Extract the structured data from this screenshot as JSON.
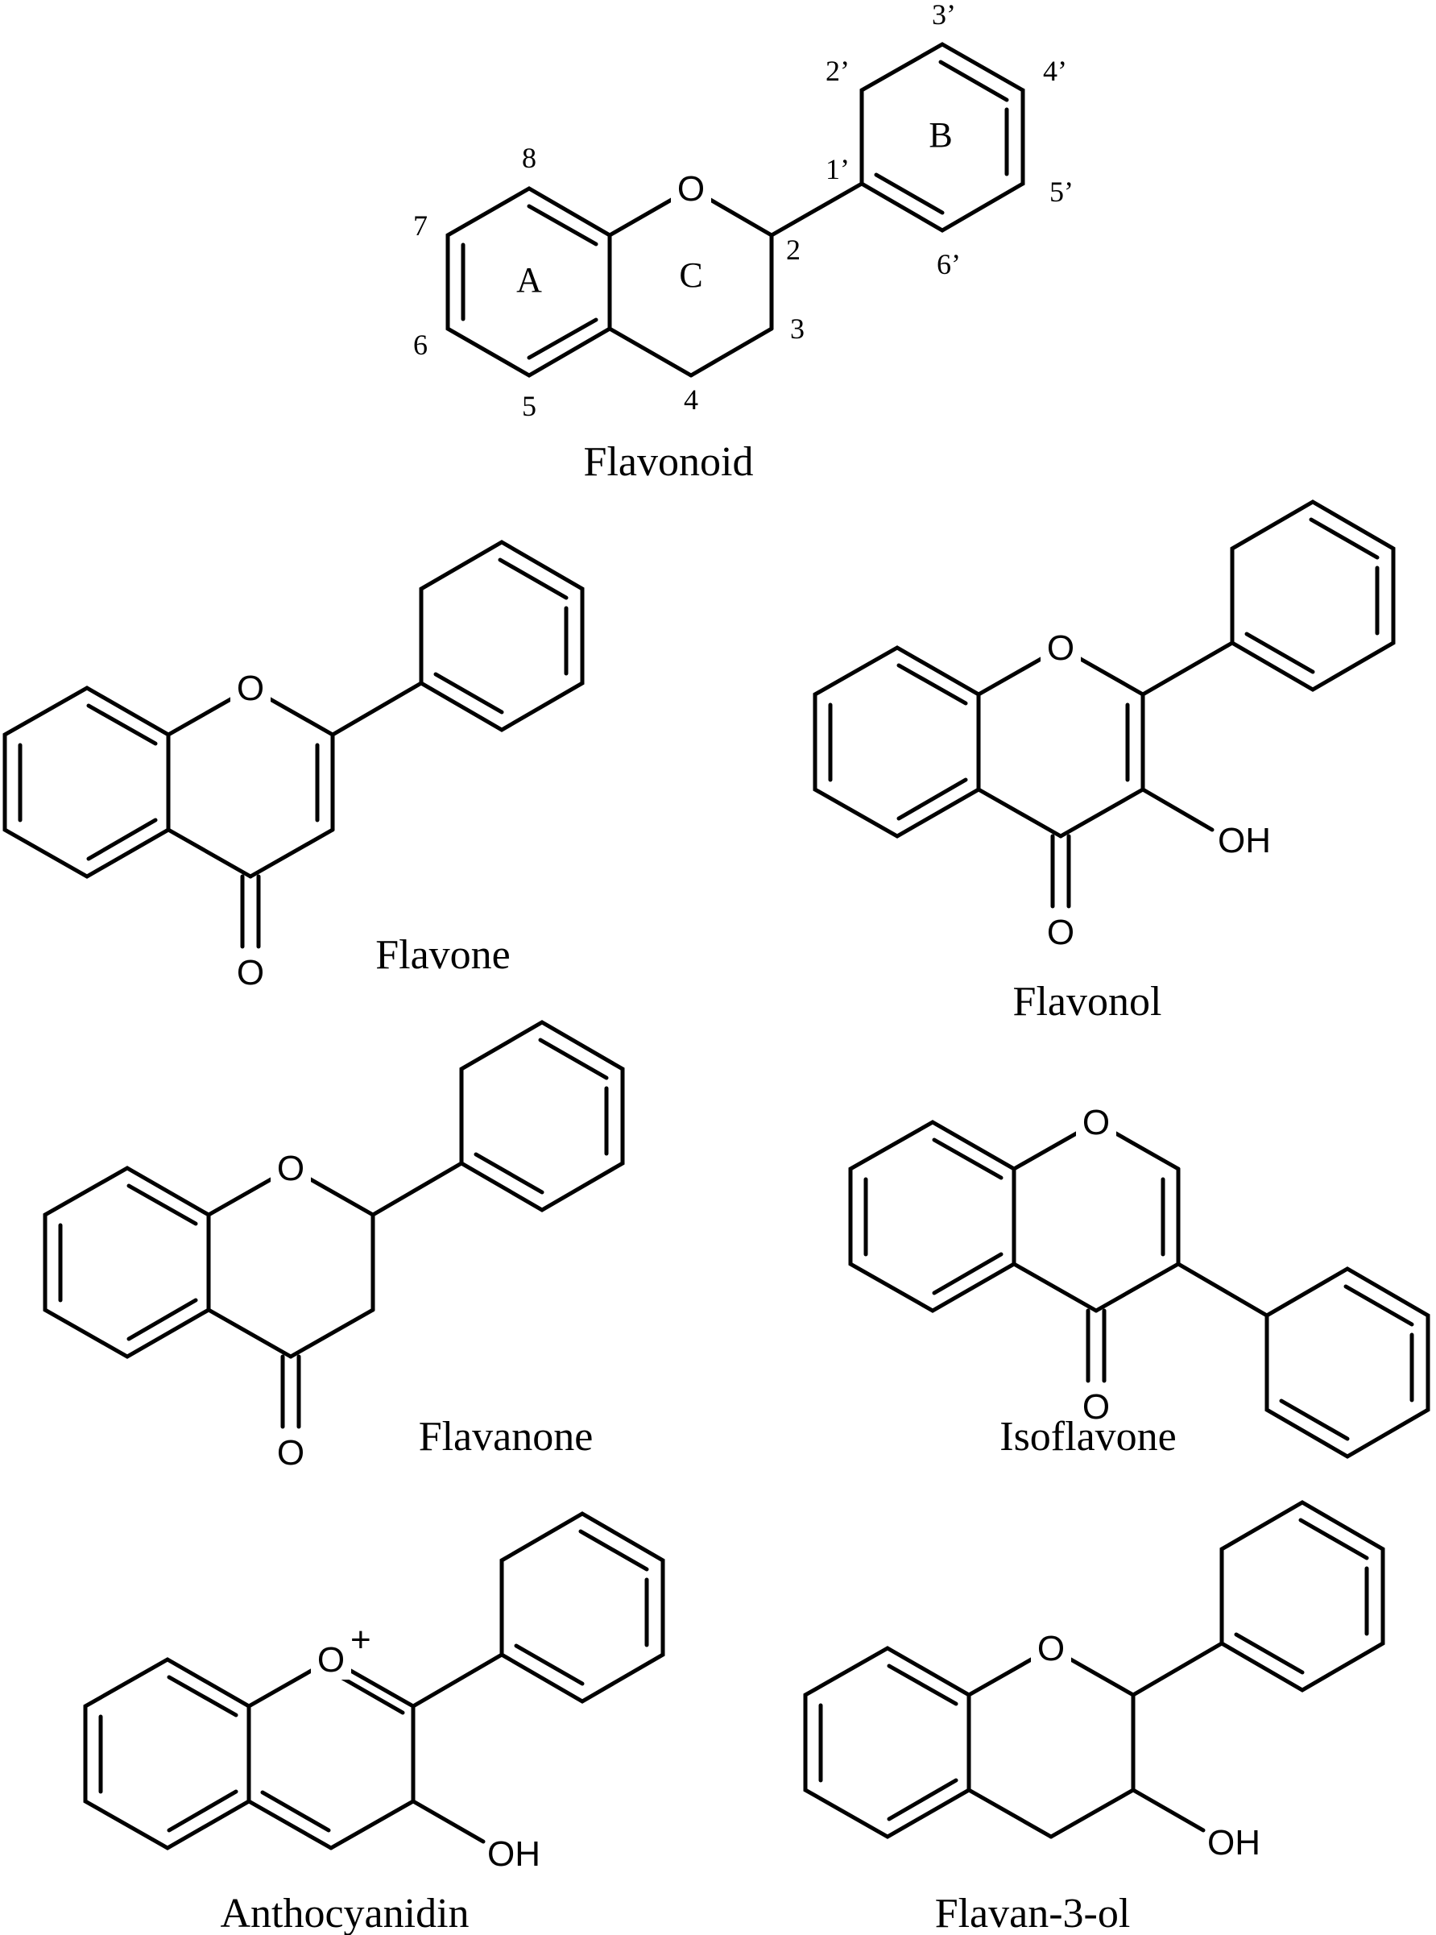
{
  "figure": {
    "structures": [
      {
        "id": "flavonoid",
        "name": "Flavonoid",
        "atoms": {
          "ring_oxygen": "O"
        },
        "ring_labels": {
          "a": "A",
          "b": "B",
          "c": "C"
        },
        "positions": {
          "p2": "2",
          "p3": "3",
          "p4": "4",
          "p5": "5",
          "p6": "6",
          "p7": "7",
          "p8": "8",
          "p1p": "1’",
          "p2p": "2’",
          "p3p": "3’",
          "p4p": "4’",
          "p5p": "5’",
          "p6p": "6’"
        }
      },
      {
        "id": "flavone",
        "name": "Flavone",
        "atoms": {
          "ring_oxygen": "O",
          "carbonyl_oxygen": "O"
        }
      },
      {
        "id": "flavonol",
        "name": "Flavonol",
        "atoms": {
          "ring_oxygen": "O",
          "carbonyl_oxygen": "O",
          "hydroxyl": "OH"
        }
      },
      {
        "id": "flavanone",
        "name": "Flavanone",
        "atoms": {
          "ring_oxygen": "O",
          "carbonyl_oxygen": "O"
        }
      },
      {
        "id": "isoflavone",
        "name": "Isoflavone",
        "atoms": {
          "ring_oxygen": "O",
          "carbonyl_oxygen": "O"
        }
      },
      {
        "id": "anthocyanidin",
        "name": "Anthocyanidin",
        "atoms": {
          "ring_oxygen": "O",
          "charge": "+",
          "hydroxyl": "OH"
        }
      },
      {
        "id": "flavan3ol",
        "name": "Flavan-3-ol",
        "atoms": {
          "ring_oxygen": "O",
          "hydroxyl": "OH"
        }
      }
    ]
  }
}
